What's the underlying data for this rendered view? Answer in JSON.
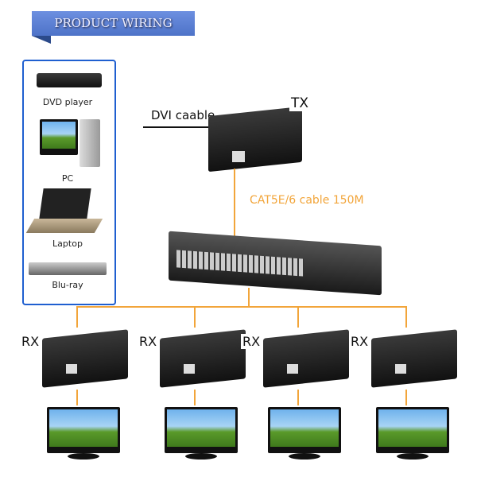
{
  "banner": {
    "title": "PRODUCT WIRING"
  },
  "sources": [
    {
      "label": "DVD player"
    },
    {
      "label": "PC"
    },
    {
      "label": "Laptop"
    },
    {
      "label": "Blu-ray"
    }
  ],
  "tx": {
    "label": "TX",
    "input_cable": "DVI caable"
  },
  "link": {
    "cable_label": "CAT5E/6 cable 150M"
  },
  "receivers": [
    {
      "label": "RX"
    },
    {
      "label": "RX"
    },
    {
      "label": "RX"
    },
    {
      "label": "RX"
    }
  ],
  "colors": {
    "banner": "#5b7fd0",
    "source_box_border": "#1f5fd0",
    "cable": "#f2a53a"
  }
}
